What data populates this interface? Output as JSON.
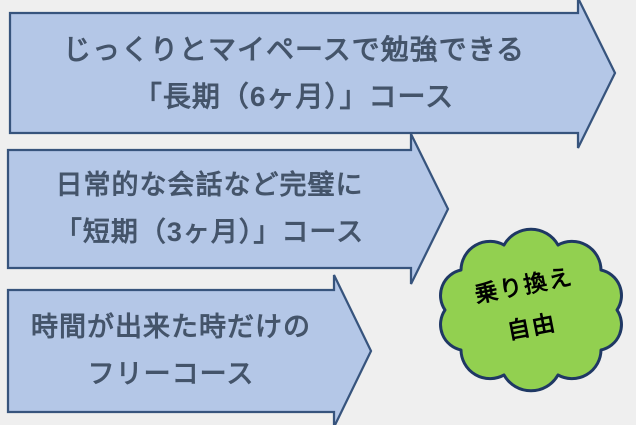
{
  "colors": {
    "background": "#efefef",
    "arrow_fill": "#b4c7e7",
    "arrow_border": "#37547d",
    "arrow_text": "#44546a",
    "cloud_fill": "#92d050",
    "cloud_border": "#1f3864",
    "cloud_text": "#000000"
  },
  "arrows": [
    {
      "name": "long-course",
      "line1": "じっくりとマイペースで勉強できる",
      "line2": "「長期（6ヶ月）」コース"
    },
    {
      "name": "short-course",
      "line1": "日常的な会話など完璧に",
      "line2": "「短期（3ヶ月）」コース"
    },
    {
      "name": "free-course",
      "line1": "時間が出来た時だけの",
      "line2": "フリーコース"
    }
  ],
  "cloud": {
    "line1": "乗り換え",
    "line2": "自由"
  }
}
